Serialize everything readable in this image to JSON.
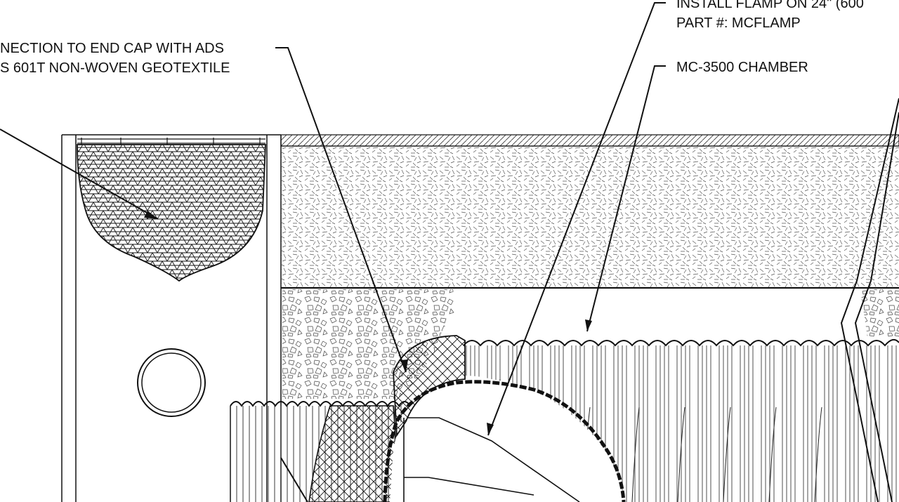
{
  "labels": {
    "connection_line1": "NECTION TO END CAP WITH ADS",
    "connection_line2": "S 601T NON-WOVEN GEOTEXTILE",
    "flamp_line1": "INSTALL FLAMP ON 24\" (600",
    "flamp_line2": "PART #: MCFLAMP",
    "chamber": "MC-3500 CHAMBER"
  },
  "colors": {
    "ink": "#111111",
    "background": "#ffffff"
  }
}
